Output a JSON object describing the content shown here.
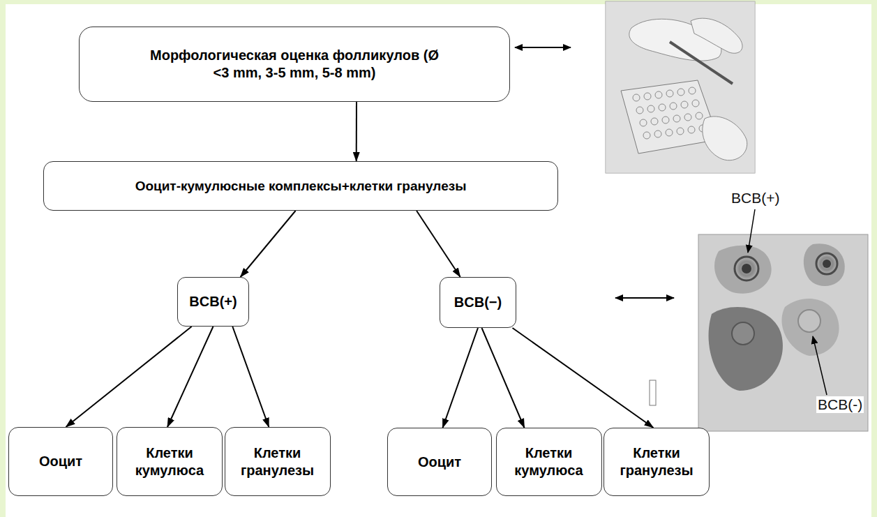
{
  "diagram": {
    "nodes": [
      {
        "text": [
          "Морфологическая оценка фолликулов (Ø <3 mm, 3-5 mm, 5-8 mm)"
        ]
      },
      {
        "text": [
          "Ооцит-кумулюсные комплексы+клетки гранулезы"
        ]
      },
      {
        "text": [
          "BCB(+)"
        ]
      },
      {
        "text": [
          "BCB(−)"
        ]
      },
      {
        "text": [
          "Ооцит"
        ]
      },
      {
        "text": [
          "Клетки кумулюса"
        ]
      },
      {
        "text": [
          "Клетки гранулезы"
        ]
      },
      {
        "text": [
          "Ооцит"
        ]
      },
      {
        "text": [
          "Клетки кумулюса"
        ]
      },
      {
        "text": [
          "Клетки гранулезы"
        ]
      }
    ],
    "edges": [
      {
        "from": 0,
        "to": 1,
        "arrow": "to"
      },
      {
        "from": 1,
        "to": 2,
        "arrow": "to"
      },
      {
        "from": 1,
        "to": 3,
        "arrow": "to"
      },
      {
        "from": 2,
        "to": 4,
        "arrow": "to"
      },
      {
        "from": 2,
        "to": 5,
        "arrow": "to"
      },
      {
        "from": 2,
        "to": 6,
        "arrow": "to"
      },
      {
        "from": 3,
        "to": 7,
        "arrow": "to"
      },
      {
        "from": 3,
        "to": 8,
        "arrow": "to"
      },
      {
        "from": 3,
        "to": 9,
        "arrow": "to"
      }
    ],
    "labels": [
      "BCB(+)",
      "BCB(-)"
    ]
  }
}
